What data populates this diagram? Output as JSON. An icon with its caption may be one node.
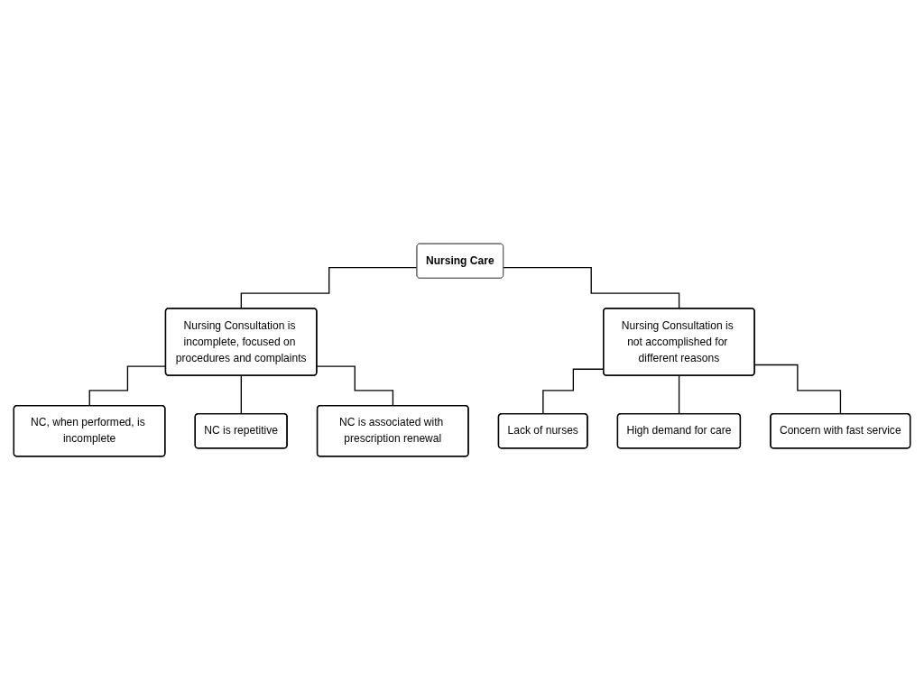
{
  "diagram": {
    "nodes": [
      {
        "text": [
          "Nursing Care"
        ]
      },
      {
        "text": [
          "Nursing Consultation is incomplete, focused on procedures and complaints"
        ]
      },
      {
        "text": [
          "Nursing Consultation is not accomplished for different reasons"
        ]
      },
      {
        "text": [
          "NC, when performed, is incomplete"
        ]
      },
      {
        "text": [
          "NC is repetitive"
        ]
      },
      {
        "text": [
          "NC is associated with prescription renewal"
        ]
      },
      {
        "text": [
          "Lack of nurses"
        ]
      },
      {
        "text": [
          "High demand for care"
        ]
      },
      {
        "text": [
          "Concern with fast service"
        ]
      }
    ],
    "edges": [
      {
        "from": 0,
        "to": 1,
        "arrow": "none"
      },
      {
        "from": 0,
        "to": 2,
        "arrow": "none"
      },
      {
        "from": 1,
        "to": 3,
        "arrow": "none"
      },
      {
        "from": 1,
        "to": 4,
        "arrow": "none"
      },
      {
        "from": 1,
        "to": 5,
        "arrow": "none"
      },
      {
        "from": 2,
        "to": 6,
        "arrow": "none"
      },
      {
        "from": 2,
        "to": 7,
        "arrow": "none"
      },
      {
        "from": 2,
        "to": 8,
        "arrow": "none"
      }
    ]
  }
}
